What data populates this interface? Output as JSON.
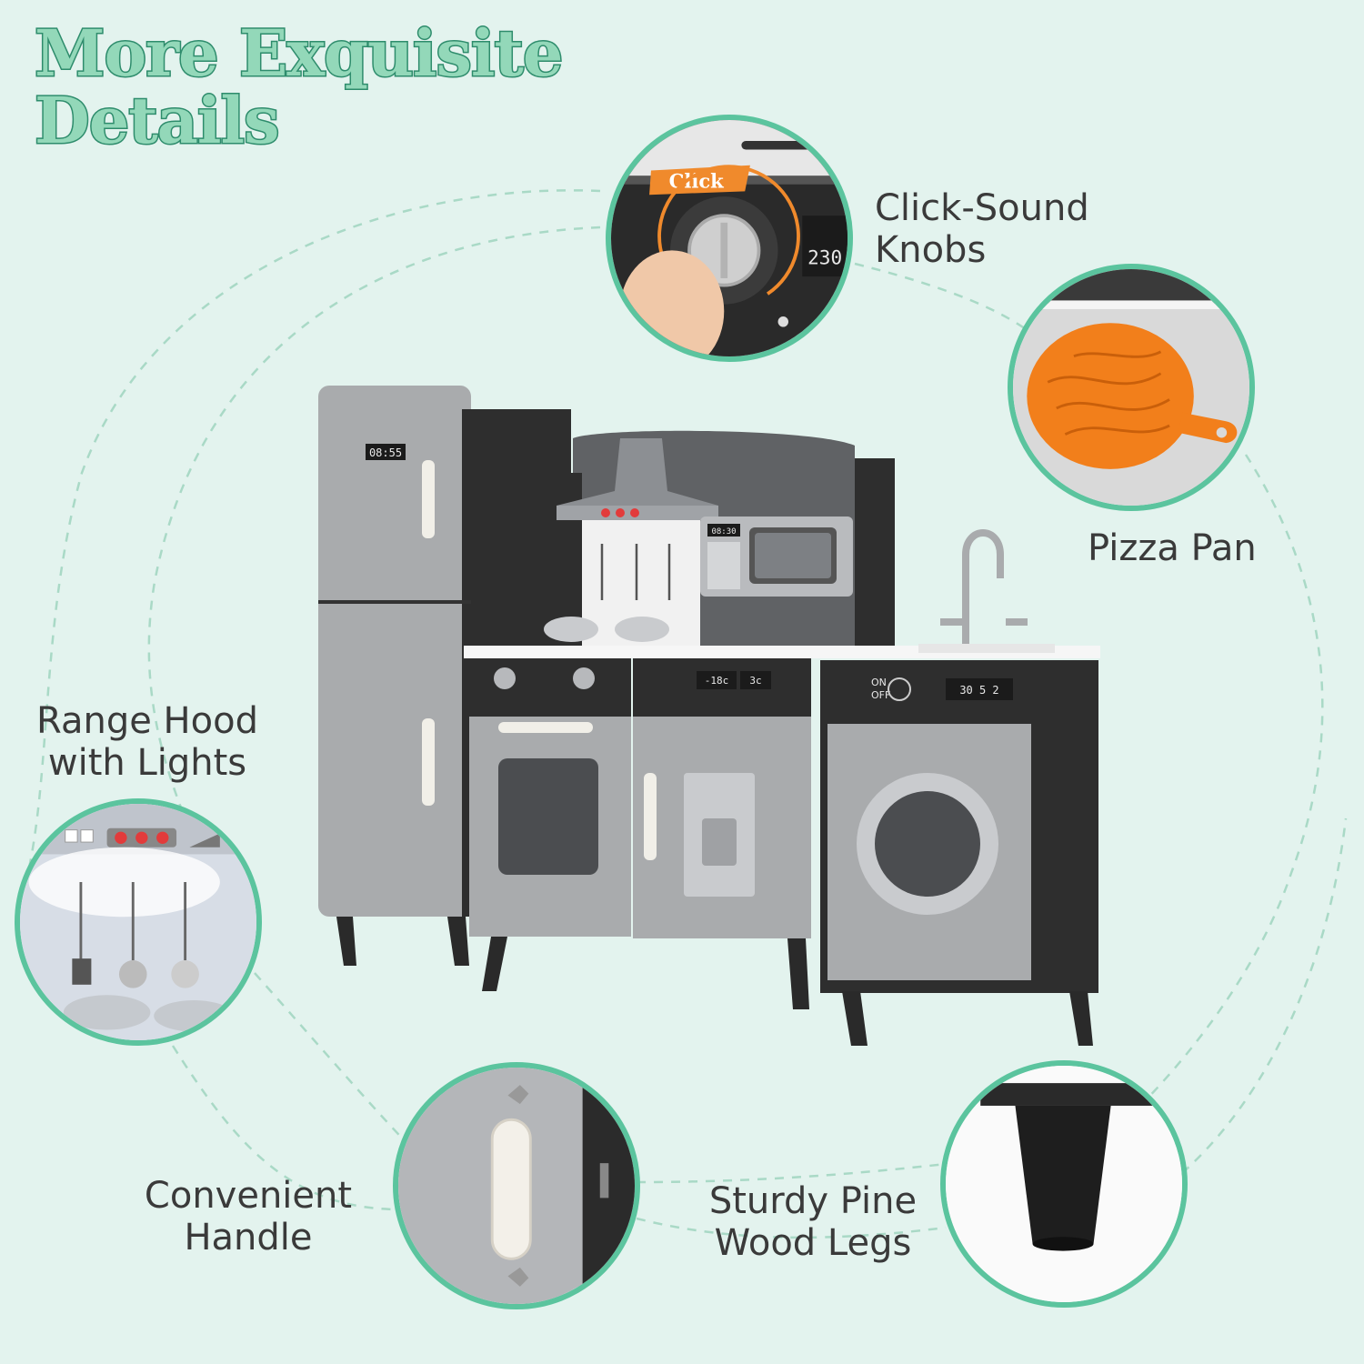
{
  "headline": {
    "line1": "More Exquisite",
    "line2": "Details"
  },
  "features": {
    "knobs": {
      "line1": "Click-Sound",
      "line2": "Knobs",
      "badge": "Click",
      "display": "230"
    },
    "pizza_pan": {
      "label": "Pizza Pan"
    },
    "range_hood": {
      "line1": "Range Hood",
      "line2": "with Lights"
    },
    "handle": {
      "line1": "Convenient",
      "line2": "Handle"
    },
    "legs": {
      "line1": "Sturdy Pine",
      "line2": "Wood Legs"
    }
  },
  "kitchen": {
    "fridge_clock": "08:55",
    "microwave_display": "08:30",
    "freezer_temp": "-18c",
    "fridge_temp": "3c",
    "washer_power_on": "ON",
    "washer_power_off": "OFF",
    "washer_timer": "30 5 2"
  },
  "colors": {
    "accent": "#5bc49e",
    "headline_fill": "#93d8b9",
    "headline_stroke": "#2e8c6c",
    "background": "#e3f3ee"
  }
}
